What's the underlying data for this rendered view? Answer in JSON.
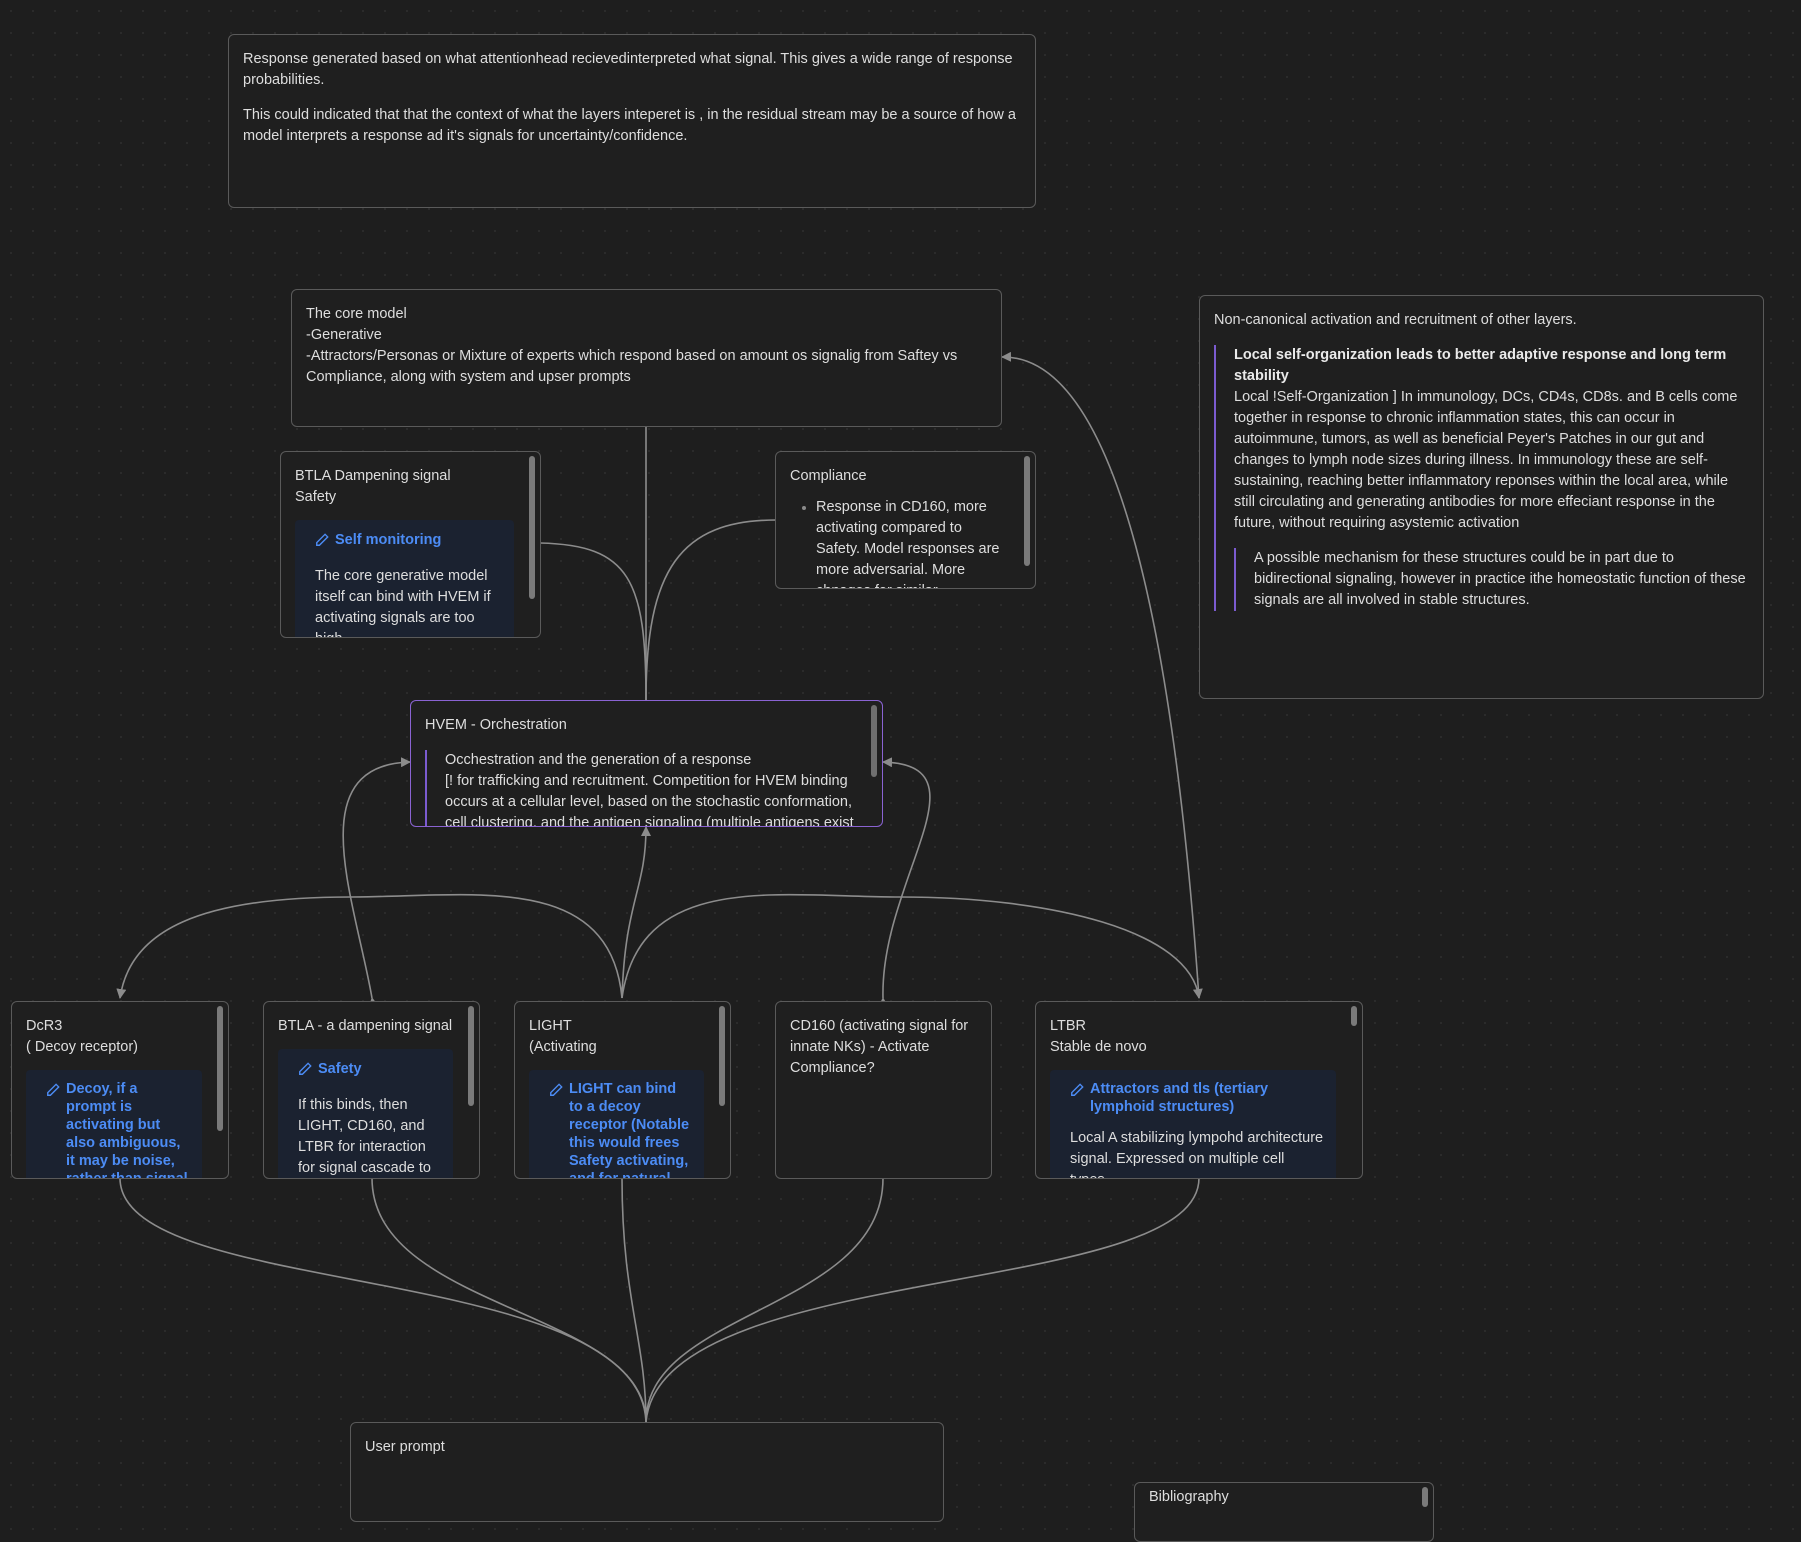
{
  "nodes": {
    "response": {
      "p1": "Response generated based on what attentionhead recievedinterpreted what signal. This gives a wide range of response probabilities.",
      "p2": "This could indicated that that the context of what the layers inteperet is , in the residual stream may be a source of how a model interprets a response ad it's signals for uncertainty/confidence."
    },
    "core_model": {
      "line1": "The core model",
      "line2": "-Generative",
      "line3": "-Attractors/Personas or Mixture of experts which respond based on amount os signalig from Saftey vs Compliance, along with system and upser prompts"
    },
    "noncanonical": {
      "title": "Non-canonical activation and recruitment of other layers.",
      "quote_heading": "Local self-organization leads to better adaptive response and long term stability",
      "quote_body": "Local !Self-Organization ] In immunology, DCs, CD4s, CD8s. and B cells come together in response to chronic inflammation states, this can occur in autoimmune, tumors, as well as beneficial Peyer's Patches in our gut and changes to lymph node sizes during illness. In immunology these are self-sustaining, reaching better inflammatory reponses within the local area, while still circulating and generating antibodies for more effeciant response in the future, without requiring asystemic activation",
      "nested_quote": "A possible mechanism for these structures could be in part due to bidirectional signaling, however in practice ithe homeostatic function of these signals are all involved in stable structures."
    },
    "btla_dampening": {
      "line1": "BTLA Dampening signal",
      "line2": "Safety",
      "callout_title": "Self monitoring",
      "callout_body": "The core generative model itself can bind with HVEM if activating signals are too high"
    },
    "compliance": {
      "title": "Compliance",
      "bullet": "Response in CD160, more activating compared to Safety. Model responses are more adversarial. More chnages for similar"
    },
    "hvem": {
      "title": "HVEM - Orchestration",
      "quote_line1": "Occhestration and the generation of a response",
      "quote_body": "[! for trafficking and recruitment. Competition for HVEM binding occurs at a cellular level, based on the stochastic conformation, cell clustering, and the antigen signaling (multiple antigens exist"
    },
    "dcr3": {
      "line1": "DcR3",
      "line2": "( Decoy receptor)",
      "callout_title": "Decoy, if a prompt is activating but also ambiguous, it may be noise, rather than signal"
    },
    "btla_signal": {
      "title": "BTLA - a dampening signal",
      "callout_title": "Safety",
      "callout_body": "If this binds, then LIGHT, CD160, and LTBR for interaction for signal cascade to"
    },
    "light": {
      "line1": "LIGHT",
      "line2": "(Activating",
      "callout_title": "LIGHT can bind to a decoy receptor (Notable this would frees Safety activating, and for natural ligand"
    },
    "cd160": {
      "title": "CD160 (activating signal for innate NKs) - Activate Compliance?"
    },
    "ltbr": {
      "line1": "LTBR",
      "line2": "Stable de novo",
      "callout_title": "Attractors and tls (tertiary lymphoid structures)",
      "callout_body": "Local A stabilizing lympohd architecture signal. Expressed on multiple cell types, ..."
    },
    "user_prompt": {
      "title": "User prompt"
    },
    "bibliography": {
      "title": "Bibliography"
    }
  },
  "icons": {
    "callout_icon": "pencil-icon"
  },
  "colors": {
    "accent_purple": "#8a63d2",
    "callout_blue": "#4c8cf5",
    "edge_gray": "#8c8c8c"
  }
}
